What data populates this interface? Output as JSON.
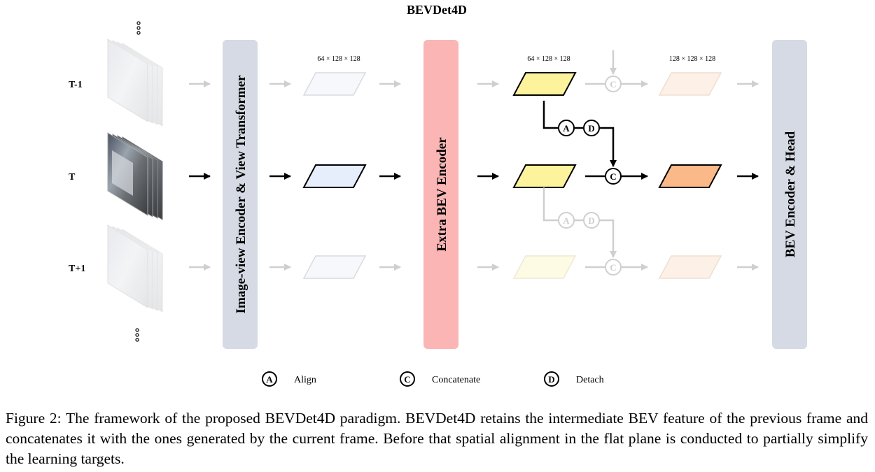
{
  "title": "BEVDet4D",
  "rows": [
    {
      "id": "prev",
      "label": "T-1",
      "active": false
    },
    {
      "id": "curr",
      "label": "T",
      "active": true
    },
    {
      "id": "next",
      "label": "T+1",
      "active": false
    }
  ],
  "blocks": {
    "encoder": "Image-view Encoder & View Transformer",
    "extra": "Extra BEV Encoder",
    "head": "BEV Encoder & Head"
  },
  "dims": {
    "after_encoder": "64 × 128 × 128",
    "after_extra": "64 × 128 × 128",
    "after_concat": "128 × 128 × 128"
  },
  "ops": {
    "align": "A",
    "concat": "C",
    "detach": "D"
  },
  "legend": [
    {
      "symbol": "A",
      "label": "Align"
    },
    {
      "symbol": "C",
      "label": "Concatenate"
    },
    {
      "symbol": "D",
      "label": "Detach"
    }
  ],
  "colors": {
    "encoder_block": "#d5dae4",
    "extra_block": "#fbb5b5",
    "head_block": "#d5dae4",
    "feat_encoder": "#e6eefb",
    "feat_extra": "#fdf39c",
    "feat_fused": "#fbb98a",
    "faded": "#c8c8c8"
  },
  "caption": "Figure 2: The framework of the proposed BEVDet4D paradigm. BEVDet4D retains the intermediate BEV feature of the previous frame and concatenates it with the ones generated by the current frame. Before that spatial alignment in the flat plane is conducted to partially simplify the learning targets."
}
